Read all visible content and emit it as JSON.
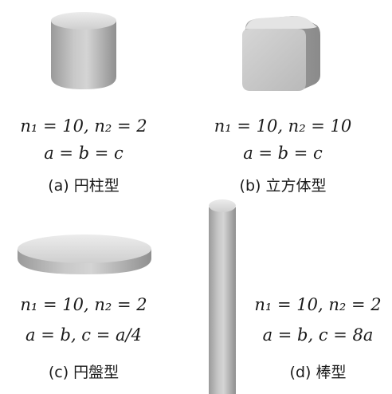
{
  "panels": [
    {
      "id": "a",
      "param_line": "n₁ = 10, n₂ = 2",
      "relation_line": "a = b = c",
      "caption": "(a) 円柱型"
    },
    {
      "id": "b",
      "param_line": "n₁ = 10, n₂ = 10",
      "relation_line": "a = b = c",
      "caption": "(b) 立方体型"
    },
    {
      "id": "c",
      "param_line": "n₁ = 10, n₂ = 2",
      "relation_line": "a = b, c = a/4",
      "caption": "(c) 円盤型"
    },
    {
      "id": "d",
      "param_line": "n₁ = 10, n₂ = 2",
      "relation_line": "a = b, c = 8a",
      "caption": "(d) 棒型"
    }
  ],
  "colors": {
    "shape_light": "#e9e9e9",
    "shape_mid": "#bdbdbd",
    "shape_dark": "#8e8e8e",
    "text": "#1a1a1a"
  }
}
